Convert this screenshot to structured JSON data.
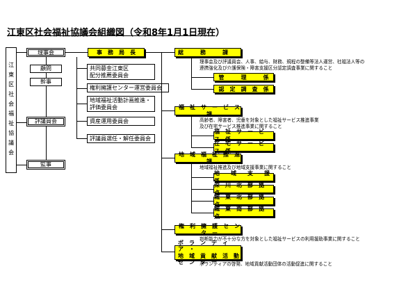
{
  "title": "江東区社会福祉協議会組織図（令和8年1月1日現在）",
  "left_label": "江東区社会福祉協議会",
  "left_boxes": {
    "rijikai": "理事会",
    "komon": "顧問",
    "kanji": "幹事",
    "hyogiinkai": "評議員会",
    "kanji2": "監事"
  },
  "jimukyokucho": "事　務　局　長",
  "committees": [
    "共同募金江東区\n配分推薦委員会",
    "権利擁護センター運営委員会",
    "地域福祉活動計画推進・\n評価委員会",
    "資産運用委員会",
    "評議員選任・解任委員会"
  ],
  "departments": {
    "somu": {
      "name": "総　　　務　　　課",
      "desc": "理事会及び評議員会、人事、給与、財務、規程の整備等法人運営、社福法人等の\n連携強化及び介護保険・障害支援区分認定調査事業に関すること",
      "sections": [
        "管　　　理　　　係",
        "認　定　調　査　係"
      ]
    },
    "fukushi": {
      "name": "福　祉　サ　ー　ビ　ス　課",
      "desc": "高齢者、障害者、児童を対象とした福祉サービス推進事業\n及び在宅サービス推進事業に関すること",
      "sections": [
        "福　祉　サ　ー　ビ　ス　係",
        "在　宅　サ　ー　ビ　ス　係"
      ]
    },
    "chiiki": {
      "name": "地　域　福　祉　推　進　課",
      "desc": "地域福祉推進及び地域支援事業に関すること",
      "sections": [
        "地　　域　　支　　援　　係",
        "深　川　北　部　拠　点",
        "城　東　北　部　拠　点",
        "城　東　南　部　拠　点"
      ]
    },
    "kenri": {
      "name": "権　利　擁　護　セ　ン　タ　ー",
      "desc": "判断能力が不十分な方を対象とした福祉サービスの利用援助事業に関すること"
    },
    "volunteer": {
      "name": "ボ　ラ　ン　テ　ィ　ア　・\n地　域　貢　献　活　動　セ　ン　タ　ー",
      "desc": "ボランティアの啓発、地域貢献活動団体の活動促進に関すること"
    }
  }
}
